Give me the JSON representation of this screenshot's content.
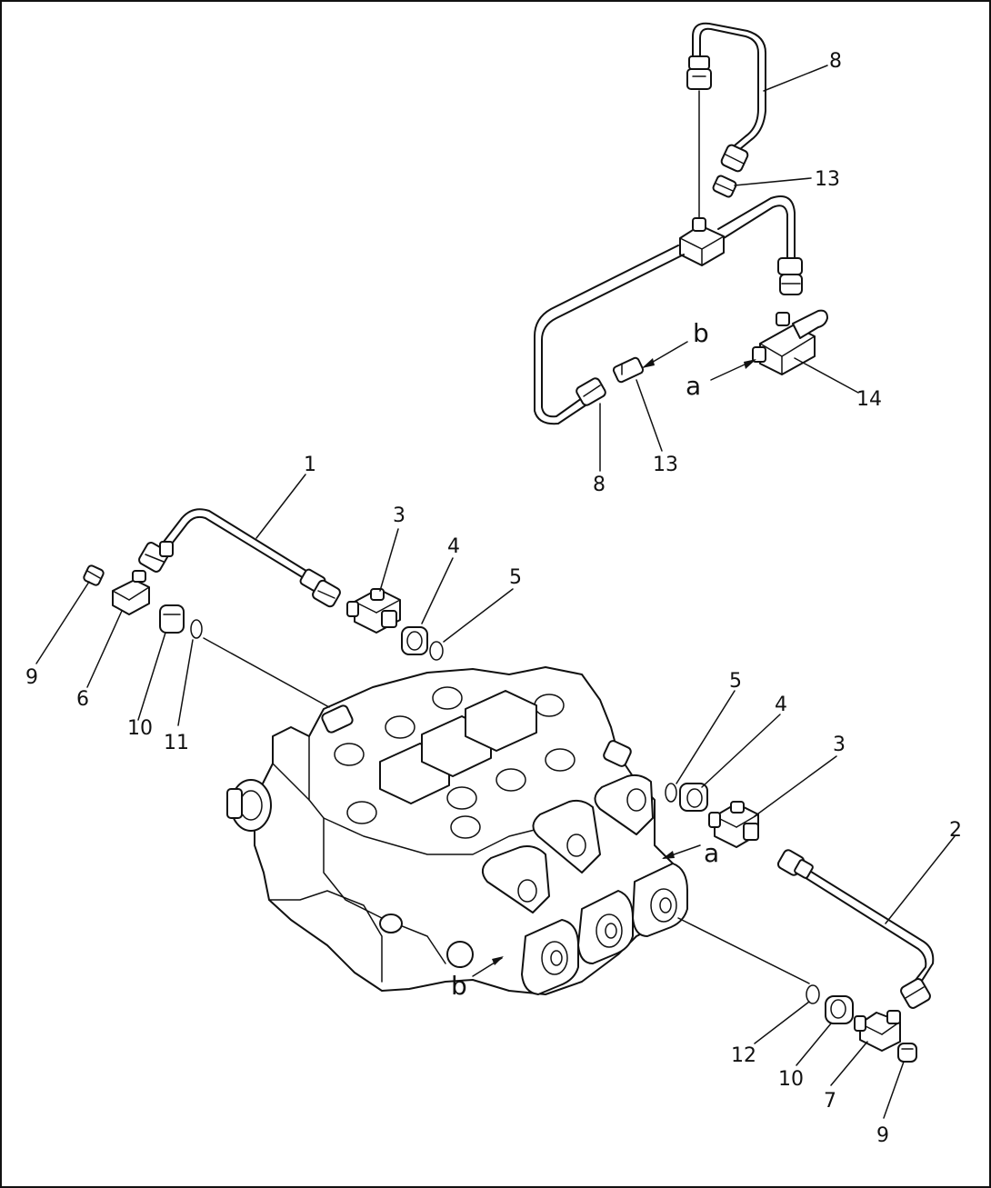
{
  "diagram": {
    "callouts": [
      {
        "id": "c1",
        "text": "1"
      },
      {
        "id": "c2",
        "text": "2"
      },
      {
        "id": "c3a",
        "text": "3"
      },
      {
        "id": "c3b",
        "text": "3"
      },
      {
        "id": "c4a",
        "text": "4"
      },
      {
        "id": "c4b",
        "text": "4"
      },
      {
        "id": "c5a",
        "text": "5"
      },
      {
        "id": "c5b",
        "text": "5"
      },
      {
        "id": "c6",
        "text": "6"
      },
      {
        "id": "c7",
        "text": "7"
      },
      {
        "id": "c8a",
        "text": "8"
      },
      {
        "id": "c8b",
        "text": "8"
      },
      {
        "id": "c9a",
        "text": "9"
      },
      {
        "id": "c9b",
        "text": "9"
      },
      {
        "id": "c10a",
        "text": "10"
      },
      {
        "id": "c10b",
        "text": "10"
      },
      {
        "id": "c11",
        "text": "11"
      },
      {
        "id": "c12",
        "text": "12"
      },
      {
        "id": "c13a",
        "text": "13"
      },
      {
        "id": "c13b",
        "text": "13"
      },
      {
        "id": "c14",
        "text": "14"
      }
    ],
    "refs": [
      {
        "id": "ra1",
        "text": "a"
      },
      {
        "id": "ra2",
        "text": "a"
      },
      {
        "id": "rb1",
        "text": "b"
      },
      {
        "id": "rb2",
        "text": "b"
      }
    ]
  }
}
